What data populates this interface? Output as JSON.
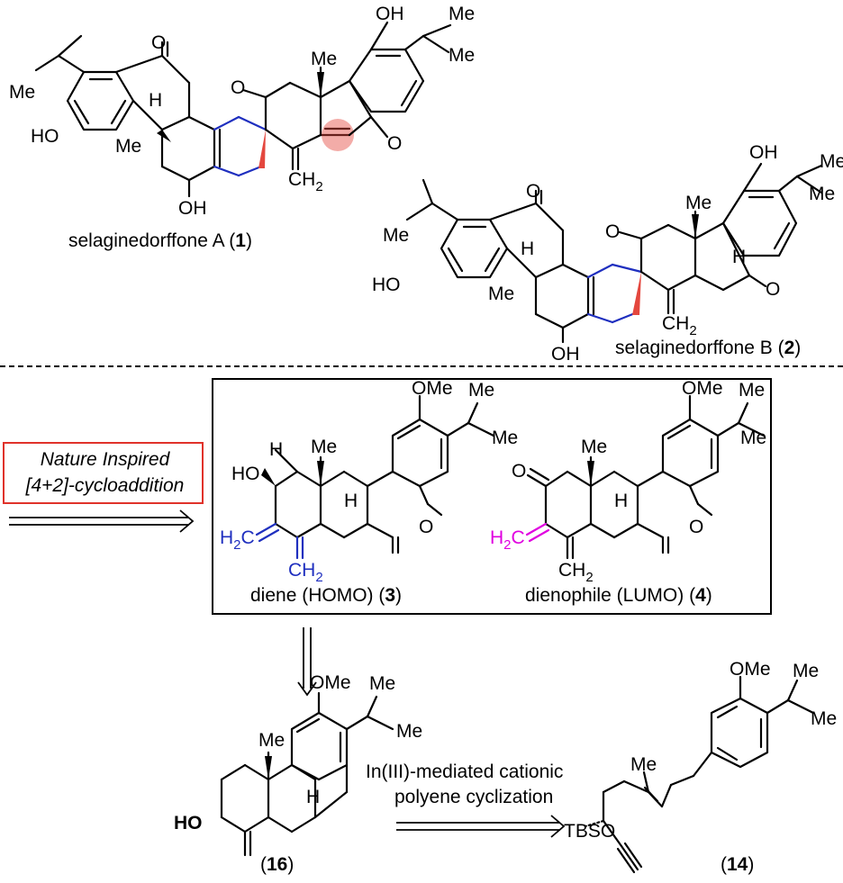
{
  "compounds": {
    "c1": {
      "name": "selaginedorffone A (",
      "number": "1",
      "close": ")"
    },
    "c2": {
      "name": "selaginedorffone B (",
      "number": "2",
      "close": ")"
    },
    "c3": {
      "name": "diene (HOMO) (",
      "number": "3",
      "close": ")"
    },
    "c4": {
      "name": "dienophile (LUMO) (",
      "number": "4",
      "close": ")"
    },
    "c16": {
      "open": "(",
      "number": "16",
      "close": ")"
    },
    "c14": {
      "open": "(",
      "number": "14",
      "close": ")"
    }
  },
  "inspired_box": {
    "line1": "Nature Inspired",
    "line2": "[4+2]-cycloaddition"
  },
  "reaction": {
    "line1": "In(III)-mediated cationic",
    "line2": "polyene cyclization"
  },
  "atoms": {
    "OH": "OH",
    "HO": "HO",
    "O": "O",
    "Me": "Me",
    "H": "H",
    "OMe": "OMe",
    "CH2": "CH",
    "two": "2",
    "H2C_H": "H",
    "H2C_C": "C",
    "TBSO": "TBSO"
  },
  "colors": {
    "blue": "#1f2fbf",
    "red": "#e4473e",
    "magenta": "#e000e0",
    "box_border": "#e0322a"
  }
}
